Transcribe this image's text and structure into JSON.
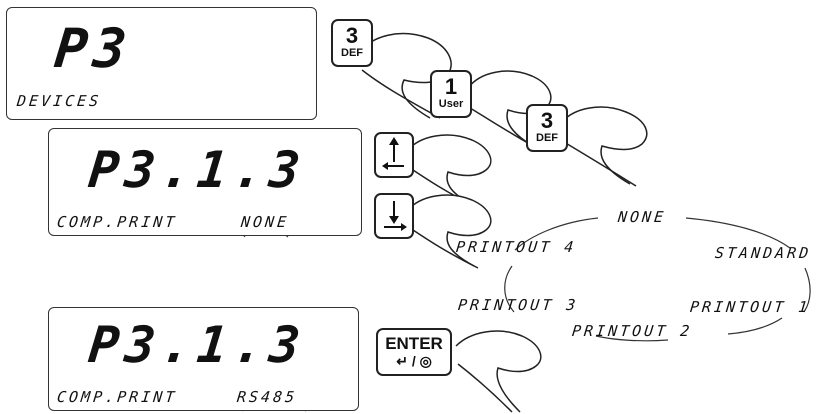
{
  "screens": [
    {
      "main": "P3",
      "sub_left": "DEVICES",
      "sub_right": ""
    },
    {
      "main": "P3.1.3",
      "sub_left": "COMP.PRINT",
      "sub_right": "NONE"
    },
    {
      "main": "P3.1.3",
      "sub_left": "COMP.PRINT",
      "sub_right": "RS485"
    }
  ],
  "keys": {
    "key3a": {
      "num": "3",
      "sub": "DEF"
    },
    "key1": {
      "num": "1",
      "sub": "User"
    },
    "key3b": {
      "num": "3",
      "sub": "DEF"
    },
    "enter": {
      "label": "ENTER",
      "sub": "/"
    }
  },
  "options": {
    "top": "NONE",
    "upper_left": "PRINTOUT 4",
    "upper_right": "STANDARD",
    "lower_left": "PRINTOUT 3",
    "lower_right": "PRINTOUT 1",
    "bottom": "PRINTOUT 2"
  }
}
